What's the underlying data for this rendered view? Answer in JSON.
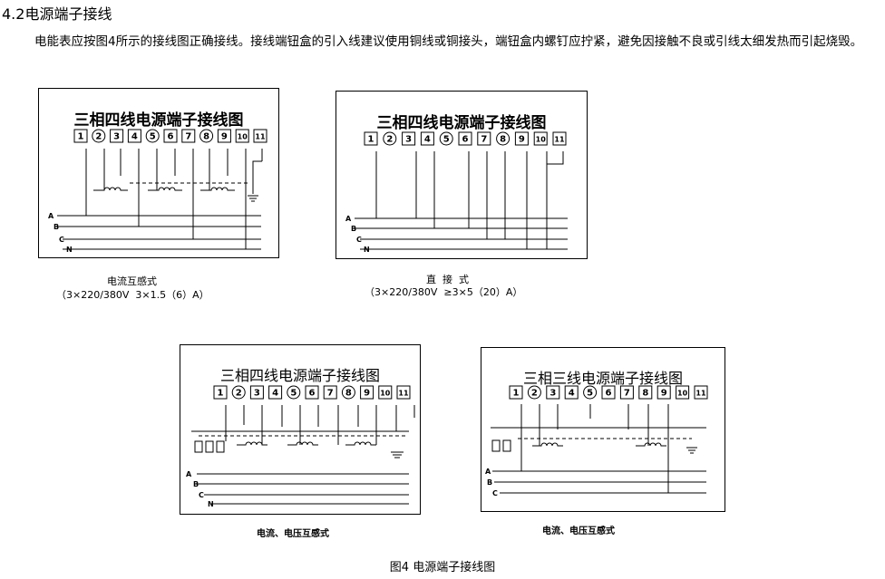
{
  "heading": "4.2电源端子接线",
  "paragraph": "电能表应按图4所示的接线图正确接线。接线端钮盒的引入线建议使用铜线或铜接头，端钮盒内螺钉应拧紧，避免因接触不良或引线太细发热而引起烧毁。",
  "diagrams": [
    {
      "title": "三相四线电源端子接线图",
      "terminals": [
        "1",
        "2",
        "3",
        "4",
        "5",
        "6",
        "7",
        "8",
        "9",
        "10",
        "11"
      ],
      "lines": [
        "A",
        "B",
        "C",
        "N"
      ],
      "caption1": "电流互感式",
      "caption2": "（3×220/380V  3×1.5（6）A）"
    },
    {
      "title": "三相四线电源端子接线图",
      "terminals": [
        "1",
        "2",
        "3",
        "4",
        "5",
        "6",
        "7",
        "8",
        "9",
        "10",
        "11"
      ],
      "lines": [
        "A",
        "B",
        "C",
        "N"
      ],
      "caption1": "直  接  式",
      "caption2": "（3×220/380V  ≥3×5（20）A）"
    },
    {
      "title": "三相四线电源端子接线图",
      "terminals": [
        "1",
        "2",
        "3",
        "4",
        "5",
        "6",
        "7",
        "8",
        "9",
        "10",
        "11"
      ],
      "lines": [
        "A",
        "B",
        "C",
        "N"
      ],
      "caption1": "电流、电压互感式"
    },
    {
      "title": "三相三线电源端子接线图",
      "terminals": [
        "1",
        "2",
        "3",
        "4",
        "5",
        "6",
        "7",
        "8",
        "9",
        "10",
        "11"
      ],
      "lines": [
        "A",
        "B",
        "C"
      ],
      "caption1": "电流、电压互感式"
    }
  ],
  "figure_caption": "图4   电源端子接线图"
}
